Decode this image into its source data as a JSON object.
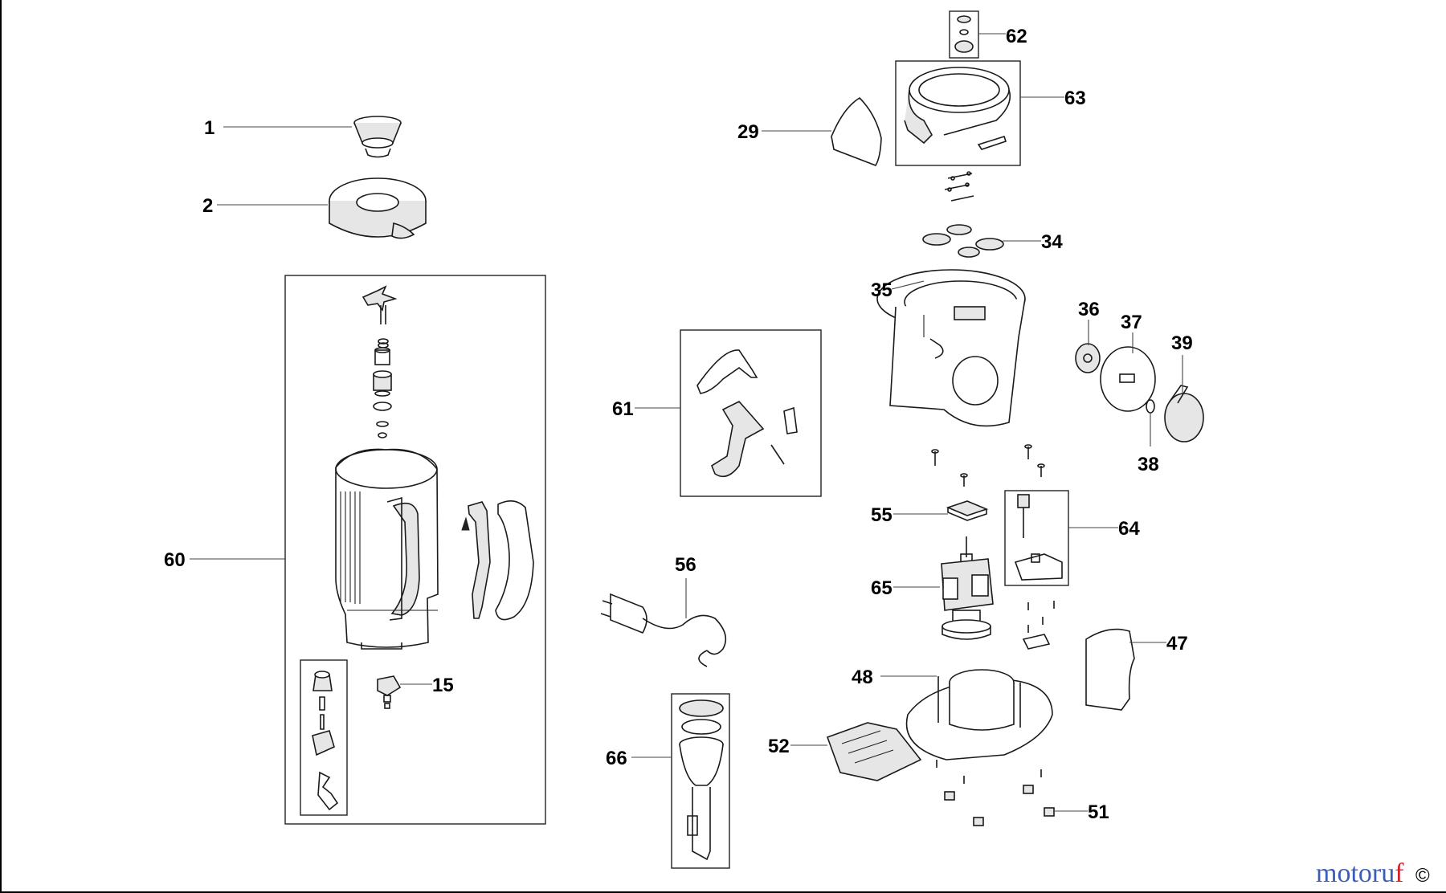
{
  "part_numbers": {
    "p1": "1",
    "p2": "2",
    "p15": "15",
    "p29": "29",
    "p34": "34",
    "p35": "35",
    "p36": "36",
    "p37": "37",
    "p38": "38",
    "p39": "39",
    "p47": "47",
    "p48": "48",
    "p51": "51",
    "p52": "52",
    "p55": "55",
    "p56": "56",
    "p60": "60",
    "p61": "61",
    "p62": "62",
    "p63": "63",
    "p64": "64",
    "p65": "65",
    "p66": "66"
  },
  "watermark": {
    "brand_main": "motoru",
    "brand_tail": "f",
    "symbol": "©"
  },
  "colors": {
    "brand_blue": "#3b5db8",
    "brand_red": "#d4202a",
    "line": "#1a1a1a"
  }
}
